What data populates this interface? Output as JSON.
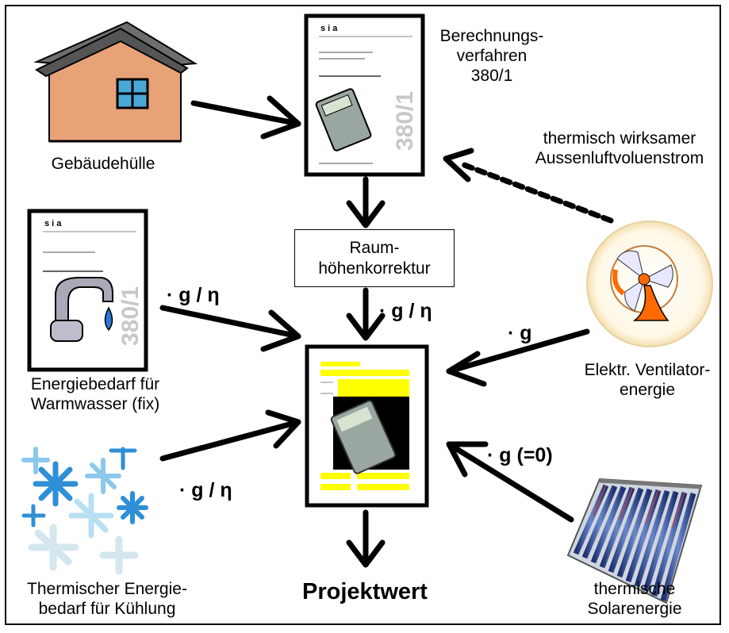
{
  "title": "Projektwert",
  "center_box": {
    "line1": "Raum-",
    "line2": "höhenkorrektur"
  },
  "sources": {
    "building": {
      "label": "Gebäudehülle"
    },
    "method": {
      "line1": "Berechnungs-",
      "line2": "verfahren",
      "line3": "380/1"
    },
    "airflow": {
      "line1": "thermisch wirksamer",
      "line2": "Aussenluftvoluenstrom"
    },
    "hot_water": {
      "line1": "Energiebedarf für",
      "line2": "Warmwasser (fix)"
    },
    "fan": {
      "line1": "Elektr. Ventilator-",
      "line2": "energie"
    },
    "cooling": {
      "line1": "Thermischer Energie-",
      "line2": "bedarf für Kühlung"
    },
    "solar": {
      "line1": "thermische",
      "line2": "Solarenergie"
    }
  },
  "factors": {
    "hot_water": "· g / η",
    "room": "· g / η",
    "fan": "· g",
    "cooling": "· g / η",
    "solar": "· g (=0)"
  },
  "document": {
    "brand": "sia",
    "number": "380/1"
  },
  "colors": {
    "highlight": "#ffff00",
    "roof": "#6e6e6e",
    "wall": "#e8a277",
    "window": "#4aa8d6",
    "fan": "#ff6a00",
    "snow": "#2f8fd6",
    "solar": "#1f3f8a"
  }
}
